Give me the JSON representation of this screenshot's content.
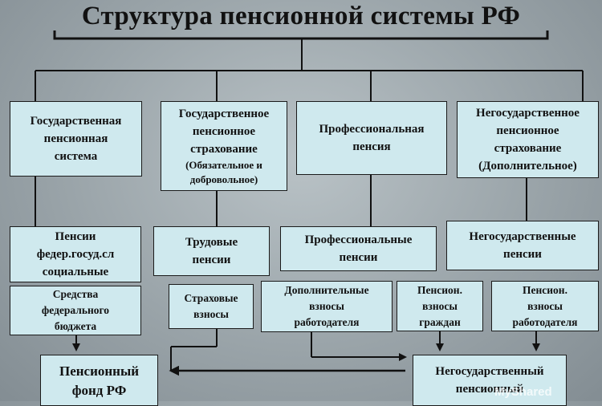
{
  "title": "Структура пенсионной системы РФ",
  "boxes": {
    "state_system": [
      "Государственная",
      "пенсионная",
      "система"
    ],
    "state_insurance": [
      "Государственное",
      "пенсионное",
      "страхование"
    ],
    "state_insurance_note": [
      "(Обязательное и",
      "добровольное)"
    ],
    "professional": [
      "Профессиональная",
      "пенсия"
    ],
    "nonstate_insurance": [
      "Негосударственное",
      "пенсионное",
      "страхование",
      "(Дополнительное)"
    ],
    "federal_pensions": [
      "Пенсии",
      "федер.госуд.сл",
      "социальные"
    ],
    "labor_pensions": [
      "Трудовые",
      "пенсии"
    ],
    "professional_pensions": [
      "Профессиональные",
      "пенсии"
    ],
    "nonstate_pensions": [
      "Негосударственные",
      "пенсии"
    ],
    "federal_budget": [
      "Средства",
      "федерального",
      "бюджета"
    ],
    "insurance_contrib": [
      "Страховые",
      "взносы"
    ],
    "employer_additional": [
      "Дополнительные",
      "взносы",
      "работодателя"
    ],
    "citizen_contrib": [
      "Пенсион.",
      "взносы",
      "граждан"
    ],
    "employer_contrib": [
      "Пенсион.",
      "взносы",
      "работодателя"
    ],
    "pension_fund": [
      "Пенсионный",
      "фонд РФ"
    ],
    "nonstate_fund": [
      "Негосударственный",
      "пенсионный"
    ]
  },
  "watermark": "MyShared"
}
